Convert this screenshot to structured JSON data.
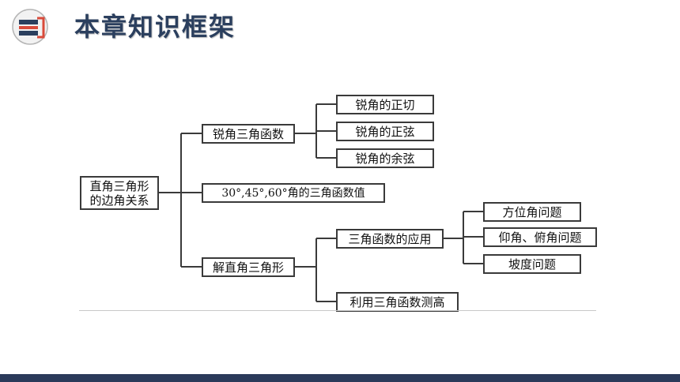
{
  "header": {
    "title": "本章知识框架",
    "logo_icon": "slides-logo-icon"
  },
  "diagram": {
    "root": {
      "line1": "直角三角形",
      "line2": "的边角关系"
    },
    "branch_acute": "锐角三角函数",
    "acute_tan": "锐角的正切",
    "acute_sin": "锐角的正弦",
    "acute_cos": "锐角的余弦",
    "special_values": "30°,45°,60°角的三角函数值",
    "branch_solve": "解直角三角形",
    "applications": "三角函数的应用",
    "app_bearing": "方位角问题",
    "app_elevation": "仰角、俯角问题",
    "app_slope": "坡度问题",
    "measure_height": "利用三角函数测高"
  },
  "colors": {
    "title": "#2b3f5e",
    "footer": "#2b3a5a",
    "line": "#3a3a3a"
  }
}
